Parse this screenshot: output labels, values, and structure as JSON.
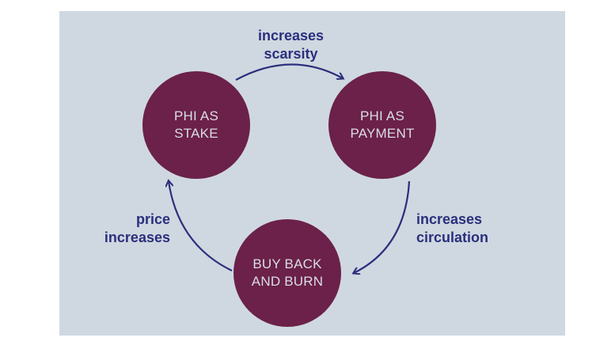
{
  "nodes": {
    "stake": {
      "line1": "PHI AS",
      "line2": "STAKE"
    },
    "payment": {
      "line1": "PHI AS",
      "line2": "PAYMENT"
    },
    "burn": {
      "line1": "BUY BACK",
      "line2": "AND BURN"
    }
  },
  "edges": {
    "stake_to_payment": {
      "line1": "increases",
      "line2": "scarsity"
    },
    "payment_to_burn": {
      "line1": "increases",
      "line2": "circulation"
    },
    "burn_to_stake": {
      "line1": "price",
      "line2": "increases"
    }
  },
  "colors": {
    "panel": "#cfd8e0",
    "node_fill": "#6b2149",
    "node_text": "#d9dde6",
    "label_text": "#2b2f7d",
    "arrow": "#2b2f7d"
  }
}
